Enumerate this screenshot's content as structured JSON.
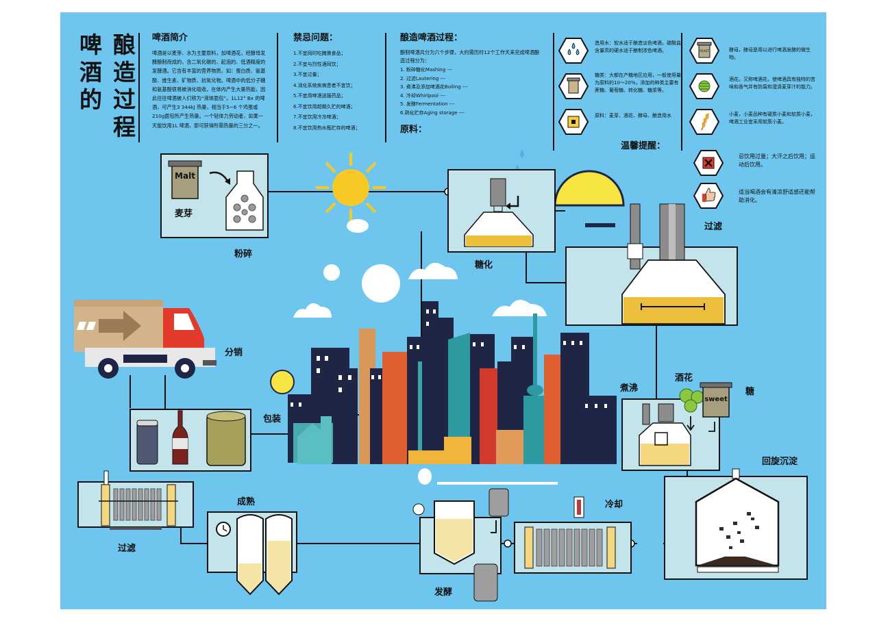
{
  "title": {
    "col_right": [
      "酿",
      "造",
      "过",
      "程"
    ],
    "col_left": [
      "啤",
      "酒",
      "的"
    ]
  },
  "intro": {
    "heading": "啤酒简介",
    "body": "啤酒是以麦芽、水为主要原料，加啤酒花，经酵母发酵酿制而成的，含二氧化碳的、起泡的、低酒精度的发酵酒。它含有丰富的营养物质，如：蛋白质、氨基酸、维生素、矿物质、抗氧化物。啤酒中的低分子糖和氨基酸很易被消化吸收，在体内产生大量热能，因此往往啤酒被人们称为“液体面包”。1L12° Bx 的啤酒，可产生3 344kJ 热量，相当于5~6 个鸡蛋或210g面包所产生热量。一个轻体力劳动者，如果一天能饮用1L 啤酒，即可获得所需热量的三分之一。"
  },
  "taboo": {
    "heading": "禁忌问题：",
    "items": [
      "1.不宜同时吃腌熏食品；",
      "2.不宜与烈性酒同饮；",
      "3.不宜过量；",
      "4.消化系统疾病患者不宜饮；",
      "5.不宜用啤酒送服药品；",
      "6.不宜饮用超期久贮的啤酒；",
      "7.不宜饮用冷冻啤酒；",
      "8.不宜饮用热水瓶贮存的啤酒；"
    ]
  },
  "process": {
    "heading": "酿造啤酒过程：",
    "intro": "酿制啤酒共分为六个步骤，大约需历时12个工作天来完成啤酒酿造过程分为：",
    "steps": [
      "1. 粉碎糖化Mashing ---",
      "2. 过滤Lautering ---",
      "3. 煮沸及添加啤酒花Boiling ---",
      "4. 冷却Whirlpool ---",
      "5. 发酵Fermentation ---",
      "6.熟化贮存Aging storage ---"
    ],
    "materials_heading": "原料："
  },
  "ingredients": [
    {
      "icon": "water-drops-icon",
      "text": "造用水：软水适于酿造淡色啤酒，碳酸盐含量高的硬水适于酿制浓色啤酒。"
    },
    {
      "icon": "sugar-sack-icon",
      "text": "糖类：大都在产糖地区应用，一般使用量为原料的10～20%，添加的种类主要有蔗糖、葡萄糖、转化糖、糖浆等。"
    },
    {
      "icon": "raw-material-icon",
      "text": "原料：麦芽、酒花、酵母、酿造用水"
    },
    {
      "icon": "yeast-sack-icon",
      "sack_label": "YEAST",
      "text": "酵母，酵母是用以进行啤酒发酵的微生物。"
    },
    {
      "icon": "hops-icon",
      "text": "酒花，又称啤酒花，使啤酒具有独特的苦味和香气并有防腐和澄清麦芽汁的能力。"
    },
    {
      "icon": "wheat-icon",
      "text": "小麦，小麦品种有硬质小麦和软质小麦，啤酒工业宜采用软质小麦。"
    }
  ],
  "reminder": {
    "heading": "温馨提醒：",
    "items": [
      {
        "icon": "no-drink-icon",
        "text": "忌饮用过量；大汗之后饮用；运动后饮用。"
      },
      {
        "icon": "thumbs-up-icon",
        "text": "适当喝酒会有清凉舒适感还能帮助消化。"
      }
    ]
  },
  "stages": {
    "malt": "麦芽",
    "malt_sack": "Malt",
    "crush": "粉碎",
    "mash": "糖化",
    "lauter": "过滤",
    "boil": "煮沸",
    "hops": "酒花",
    "sugar": "糖",
    "sweet_sack": "sweet",
    "whirlpool": "回旋沉淀",
    "cooling": "冷却",
    "ferment": "发酵",
    "mature": "成熟",
    "filter": "过滤",
    "packaging": "包装",
    "distribution": "分销"
  },
  "colors": {
    "background": "#6ec6ee",
    "panel": "#c2e4ea",
    "beer": "#ebbe3c",
    "dark": "#1f2545",
    "sun": "#f8c825"
  }
}
